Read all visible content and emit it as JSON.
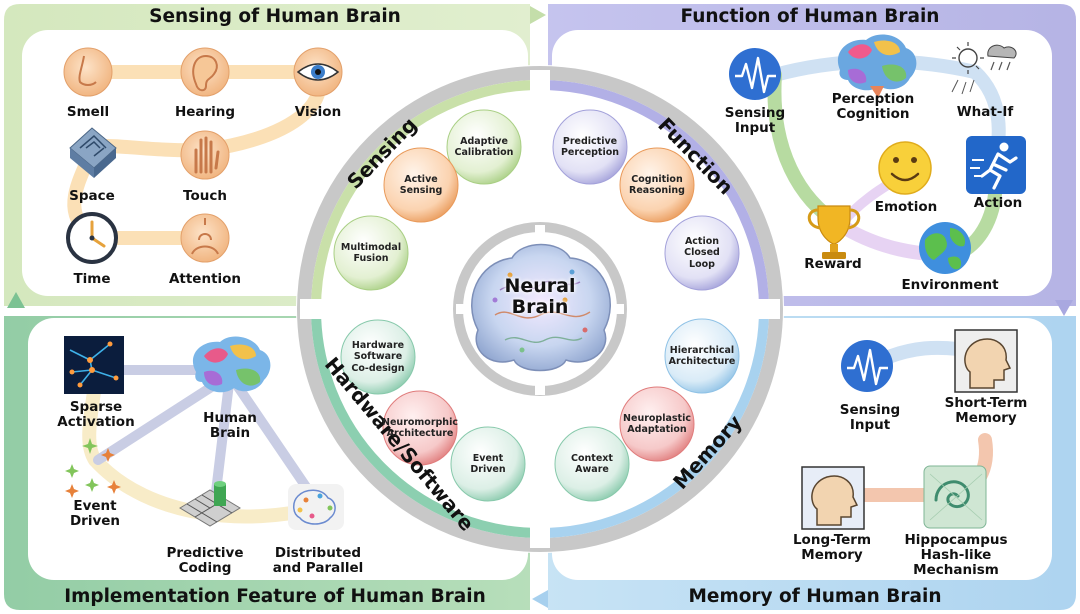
{
  "quadrants": {
    "tl": {
      "title": "Sensing of Human Brain",
      "color": "#a9d18e"
    },
    "tr": {
      "title": "Function of Human Brain",
      "color": "#a4a3e0"
    },
    "bl": {
      "title": "Implementation Feature of Human Brain",
      "color": "#6cb98a"
    },
    "br": {
      "title": "Memory of Human Brain",
      "color": "#9ccbee"
    }
  },
  "sensing_nodes": {
    "smell": "Smell",
    "hearing": "Hearing",
    "vision": "Vision",
    "space": "Space",
    "touch": "Touch",
    "time": "Time",
    "attention": "Attention"
  },
  "function_nodes": {
    "sensing_input": "Sensing\nInput",
    "perception": "Perception\nCognition",
    "what_if": "What-If",
    "emotion": "Emotion",
    "action": "Action",
    "reward": "Reward",
    "environment": "Environment"
  },
  "impl_nodes": {
    "sparse": "Sparse\nActivation",
    "human_brain": "Human\nBrain",
    "event": "Event\nDriven",
    "predictive": "Predictive\nCoding",
    "distributed": "Distributed\nand Parallel"
  },
  "memory_nodes": {
    "sensing_input": "Sensing\nInput",
    "short_term": "Short-Term\nMemory",
    "long_term": "Long-Term\nMemory",
    "hippocampus": "Hippocampus\nHash-like\nMechanism"
  },
  "ring": {
    "sensing": "Sensing",
    "function": "Function",
    "memory": "Memory",
    "hardware": "Hardware/Software"
  },
  "bubbles": {
    "adaptive_calibration": "Adaptive\nCalibration",
    "active_sensing": "Active\nSensing",
    "multimodal_fusion": "Multimodal\nFusion",
    "predictive_perception": "Predictive\nPerception",
    "cognition_reasoning": "Cognition\nReasoning",
    "action_closed_loop": "Action\nClosed\nLoop",
    "hw_sw_codesign": "Hardware\nSoftware\nCo-design",
    "neuromorphic": "Neuromorphic\nArchitecture",
    "event_driven": "Event\nDriven",
    "hierarchical": "Hierarchical\nArchitecture",
    "neuroplastic": "Neuroplastic\nAdaptation",
    "context_aware": "Context\nAware"
  },
  "center": "Neural\nBrain"
}
